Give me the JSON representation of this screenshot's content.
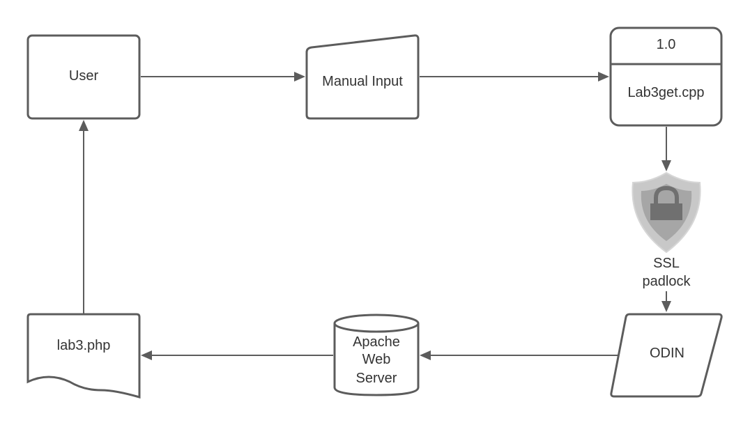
{
  "nodes": {
    "user": {
      "label": "User"
    },
    "manual_input": {
      "label": "Manual Input"
    },
    "process": {
      "id_label": "1.0",
      "label": "Lab3get.cpp"
    },
    "ssl": {
      "label_line1": "SSL",
      "label_line2": "padlock",
      "icon": "shield-padlock-icon"
    },
    "odin": {
      "label": "ODIN"
    },
    "apache": {
      "label_line1": "Apache",
      "label_line2": "Web",
      "label_line3": "Server"
    },
    "lab3php": {
      "label": "lab3.php"
    }
  },
  "edges": [
    {
      "from": "user",
      "to": "manual_input"
    },
    {
      "from": "manual_input",
      "to": "process"
    },
    {
      "from": "process",
      "to": "ssl"
    },
    {
      "from": "ssl",
      "to": "odin"
    },
    {
      "from": "odin",
      "to": "apache"
    },
    {
      "from": "apache",
      "to": "lab3php"
    },
    {
      "from": "lab3php",
      "to": "user"
    }
  ],
  "colors": {
    "stroke": "#5c5c5c",
    "text": "#333333",
    "shield_outer": "#c8c8c8",
    "shield_inner": "#a6a6a6",
    "padlock": "#707070"
  }
}
